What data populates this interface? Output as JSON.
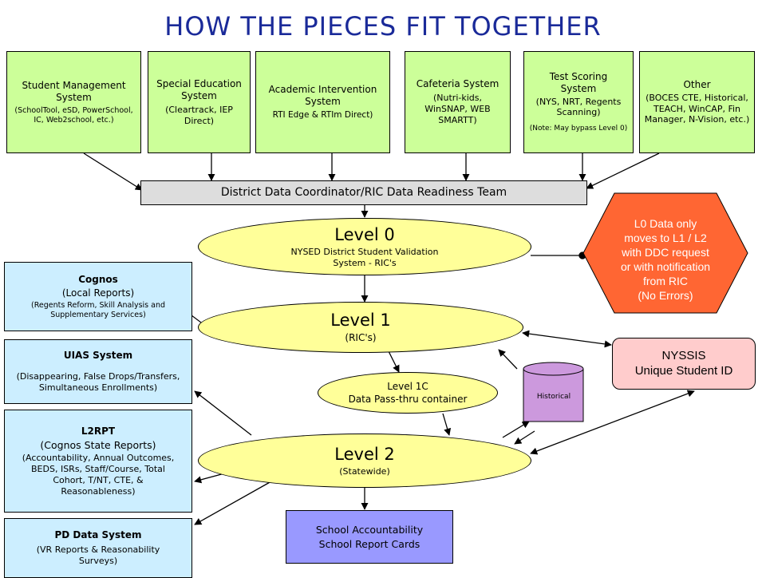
{
  "title": "HOW THE PIECES FIT TOGETHER",
  "sources": [
    {
      "title": "Student Management System",
      "detail": "(SchoolTool, eSD, PowerSchool, IC, Web2school, etc.)"
    },
    {
      "title": "Special Education System",
      "detail": "(Cleartrack, IEP Direct)"
    },
    {
      "title": "Academic Intervention System",
      "detail": "RTI Edge & RTIm Direct)"
    },
    {
      "title": "Cafeteria System",
      "detail": "(Nutri-kids, WinSNAP, WEB SMARTT)"
    },
    {
      "title": "Test Scoring System",
      "detail": "(NYS, NRT, Regents Scanning)",
      "note": "(Note: May bypass Level 0)"
    },
    {
      "title": "Other",
      "detail": "(BOCES CTE, Historical, TEACH, WinCAP, Fin Manager, N-Vision, etc.)"
    }
  ],
  "coordinator": "District Data Coordinator/RIC Data Readiness Team",
  "level0": {
    "title": "Level 0",
    "sub": "NYSED District Student Validation System - RIC's"
  },
  "level1": {
    "title": "Level 1",
    "sub": "(RIC's)"
  },
  "level1c": {
    "title": "Level 1C",
    "sub": "Data Pass-thru container"
  },
  "level2": {
    "title": "Level 2",
    "sub": "(Statewide)"
  },
  "historical": "Historical",
  "l0_note": [
    "L0 Data only",
    "moves to L1 / L2",
    "with DDC request",
    "or with notification",
    "from RIC",
    "(No Errors)"
  ],
  "nyssis": {
    "title": "NYSSIS",
    "sub": "Unique Student ID"
  },
  "reports": [
    {
      "title": "Cognos",
      "sub": "(Local Reports)",
      "detail": "(Regents Reform, Skill Analysis and Supplementary Services)"
    },
    {
      "title": "UIAS System",
      "sub": "",
      "detail": "(Disappearing, False Drops/Transfers, Simultaneous Enrollments)"
    },
    {
      "title": "L2RPT",
      "sub": "(Cognos State Reports)",
      "detail": "(Accountability, Annual Outcomes, BEDS, ISRs, Staff/Course, Total Cohort, T/NT, CTE, & Reasonableness)"
    },
    {
      "title": "PD Data System",
      "sub": "",
      "detail": "(VR Reports & Reasonability Surveys)"
    }
  ],
  "accountability": {
    "line1": "School Accountability",
    "line2": "School Report Cards"
  },
  "colors": {
    "title": "#1a2a99",
    "source_fill": "#ccff99",
    "level_fill": "#ffff99",
    "report_fill": "#cceeff",
    "octagon_fill": "#ff6633",
    "nyssis_fill": "#ffcccc",
    "historical_fill": "#cc99dd",
    "accountability_fill": "#9999ff"
  }
}
